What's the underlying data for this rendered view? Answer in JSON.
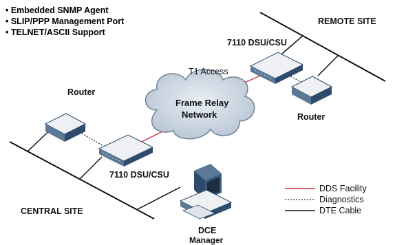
{
  "features": [
    "• Embedded SNMP Agent",
    "• SLIP/PPP Management Port",
    "• TELNET/ASCII Support"
  ],
  "labels": {
    "remote_site": "REMOTE SITE",
    "dsu_remote": "7110 DSU/CSU",
    "t1_access": "T1 Access",
    "router_left": "Router",
    "router_right": "Router",
    "cloud_line1": "Frame Relay",
    "cloud_line2": "Network",
    "dsu_central": "7110 DSU/CSU",
    "central_site": "CENTRAL SITE",
    "dce_line1": "DCE",
    "dce_line2": "Manager"
  },
  "legend": [
    {
      "label": "DDS Facility",
      "style": "solid",
      "color": "#d6334a"
    },
    {
      "label": "Diagnostics",
      "style": "dotted",
      "color": "#333333"
    },
    {
      "label": "DTE Cable",
      "style": "solid",
      "color": "#111111"
    }
  ],
  "colors": {
    "device_top": "#eef0f3",
    "device_side": "#5b7896",
    "device_front": "#2e4b6b",
    "cloud_fill": "#c9d4df",
    "dds_line": "#d6334a"
  }
}
